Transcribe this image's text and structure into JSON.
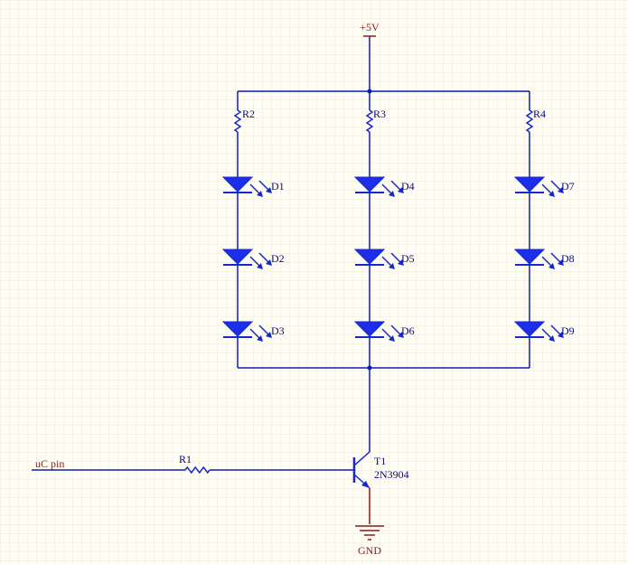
{
  "colors": {
    "background": "#fffef6",
    "grid": "#efe8d6",
    "wire": "#0a1eb4",
    "component": "#1428cc",
    "led_fill": "#1e2ee8",
    "power": "#8b1a1a",
    "text_component": "#0a0a7a",
    "text_net": "#8b1a1a"
  },
  "power": {
    "vcc_label": "+5V",
    "gnd_label": "GND"
  },
  "input": {
    "net_label": "uC pin"
  },
  "resistors": [
    {
      "designator": "R1"
    },
    {
      "designator": "R2"
    },
    {
      "designator": "R3"
    },
    {
      "designator": "R4"
    }
  ],
  "leds": [
    {
      "designator": "D1"
    },
    {
      "designator": "D2"
    },
    {
      "designator": "D3"
    },
    {
      "designator": "D4"
    },
    {
      "designator": "D5"
    },
    {
      "designator": "D6"
    },
    {
      "designator": "D7"
    },
    {
      "designator": "D8"
    },
    {
      "designator": "D9"
    }
  ],
  "transistor": {
    "designator": "T1",
    "part": "2N3904"
  }
}
